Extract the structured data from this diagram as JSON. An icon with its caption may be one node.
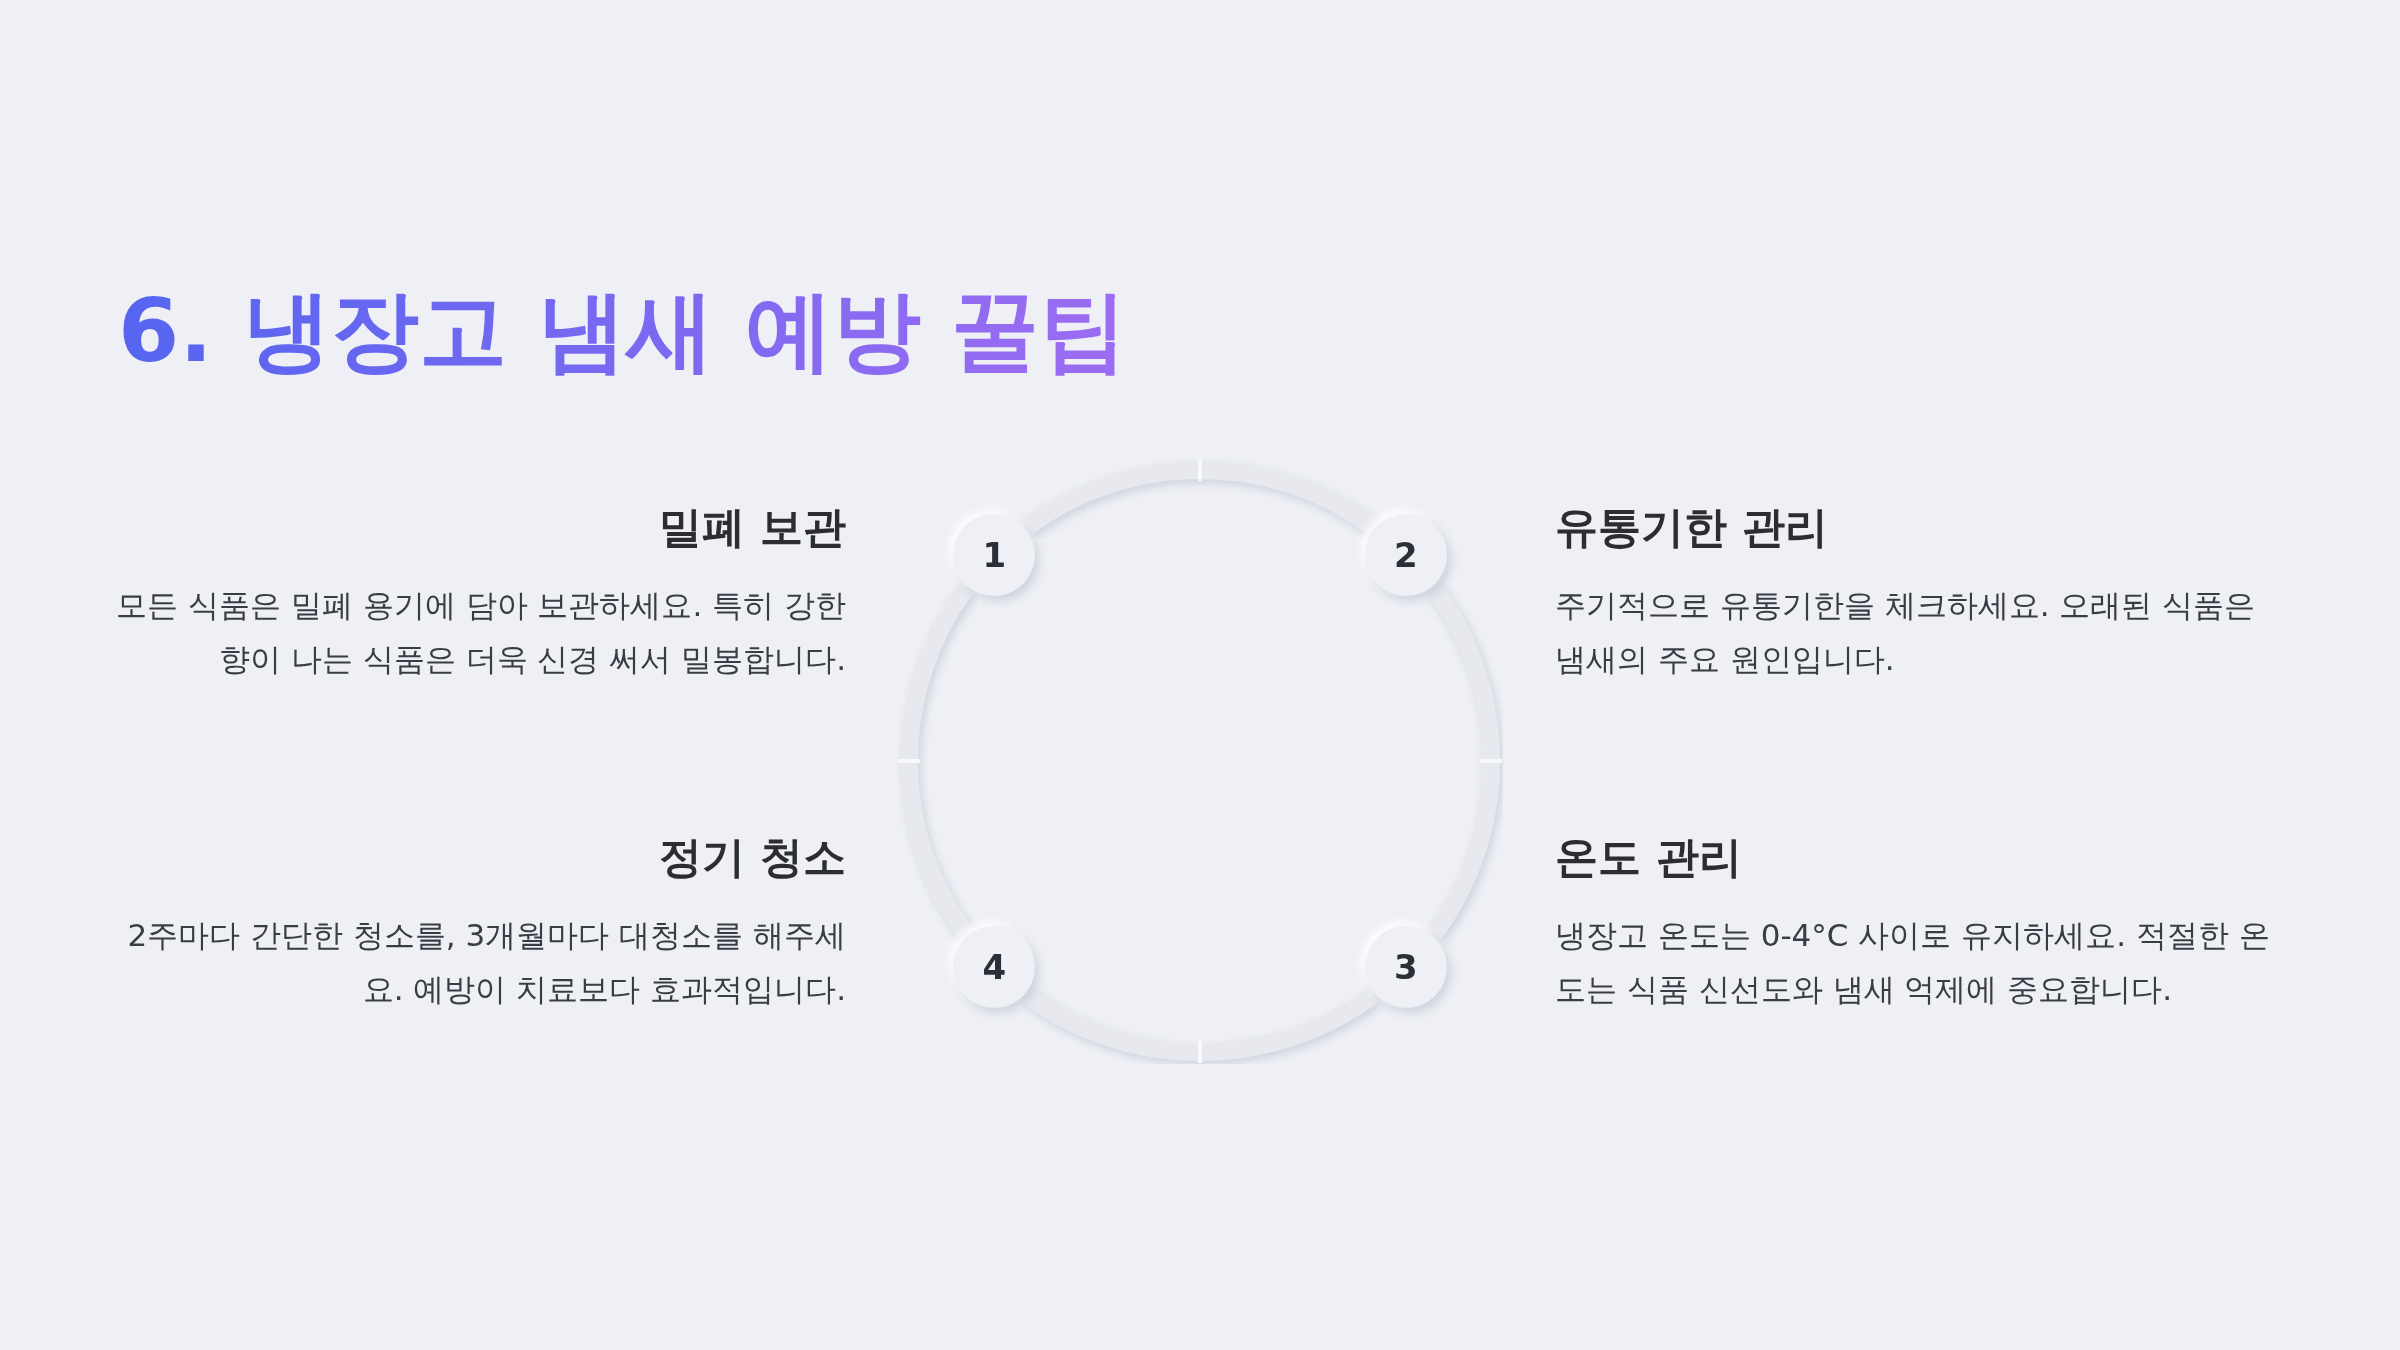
{
  "diagram": {
    "title": "6. 냉장고 냄새 예방 꿀팁",
    "nodes": [
      {
        "text": [
          "1"
        ],
        "beside": [
          "밀폐 보관",
          "모든 식품은 밀폐 용기에 담아 보관하세요. 특히 강한 향이 나는 식품은 더욱 신경 써서 밀봉합니다."
        ]
      },
      {
        "text": [
          "2"
        ],
        "beside": [
          "유통기한 관리",
          "주기적으로 유통기한을 체크하세요. 오래된 식품은 냄새의 주요 원인입니다."
        ]
      },
      {
        "text": [
          "3"
        ],
        "beside": [
          "온도 관리",
          "냉장고 온도는 0-4°C 사이로 유지하세요. 적절한 온도는 식품 신선도와 냄새 억제에 중요합니다."
        ]
      },
      {
        "text": [
          "4"
        ],
        "beside": [
          "정기 청소",
          "2주마다 간단한 청소를, 3개월마다 대청소를 해주세요. 예방이 치료보다 효과적입니다."
        ]
      }
    ],
    "edges": [
      {
        "from": 0,
        "to": 1,
        "arrow": "none"
      },
      {
        "from": 1,
        "to": 2,
        "arrow": "none"
      },
      {
        "from": 2,
        "to": 3,
        "arrow": "none"
      },
      {
        "from": 3,
        "to": 0,
        "arrow": "none"
      }
    ]
  }
}
